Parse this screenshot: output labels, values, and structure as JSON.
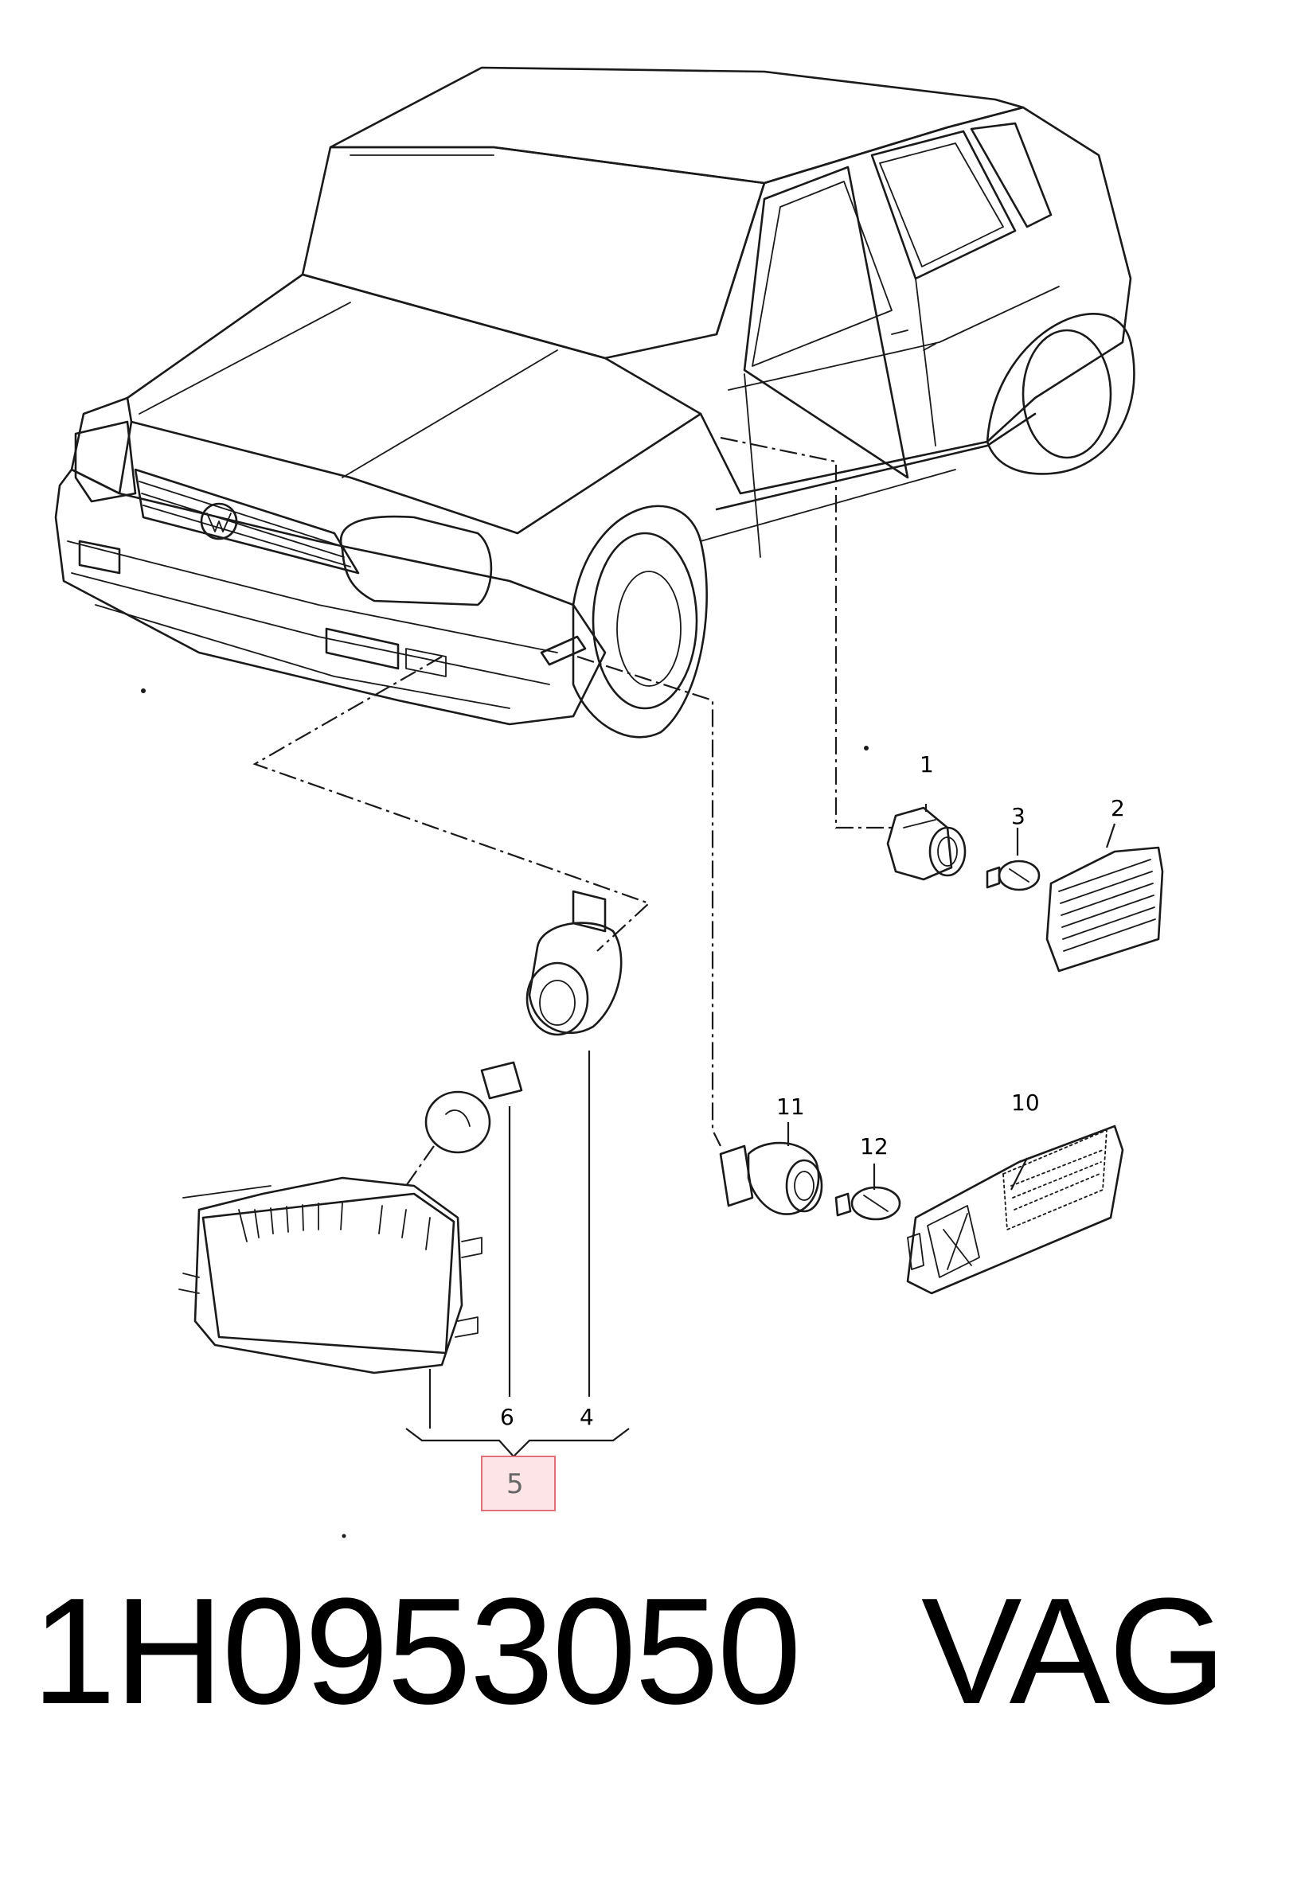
{
  "callouts": {
    "c1": "1",
    "c2": "2",
    "c3": "3",
    "c4": "4",
    "c5": "5",
    "c6": "6",
    "c10": "10",
    "c11": "11",
    "c12": "12"
  },
  "highlight": {
    "label": "5",
    "border_color": "#e0707a",
    "fill_color": "#fde4e6"
  },
  "footer": {
    "part_number": "1H0953050",
    "brand": "VAG"
  }
}
